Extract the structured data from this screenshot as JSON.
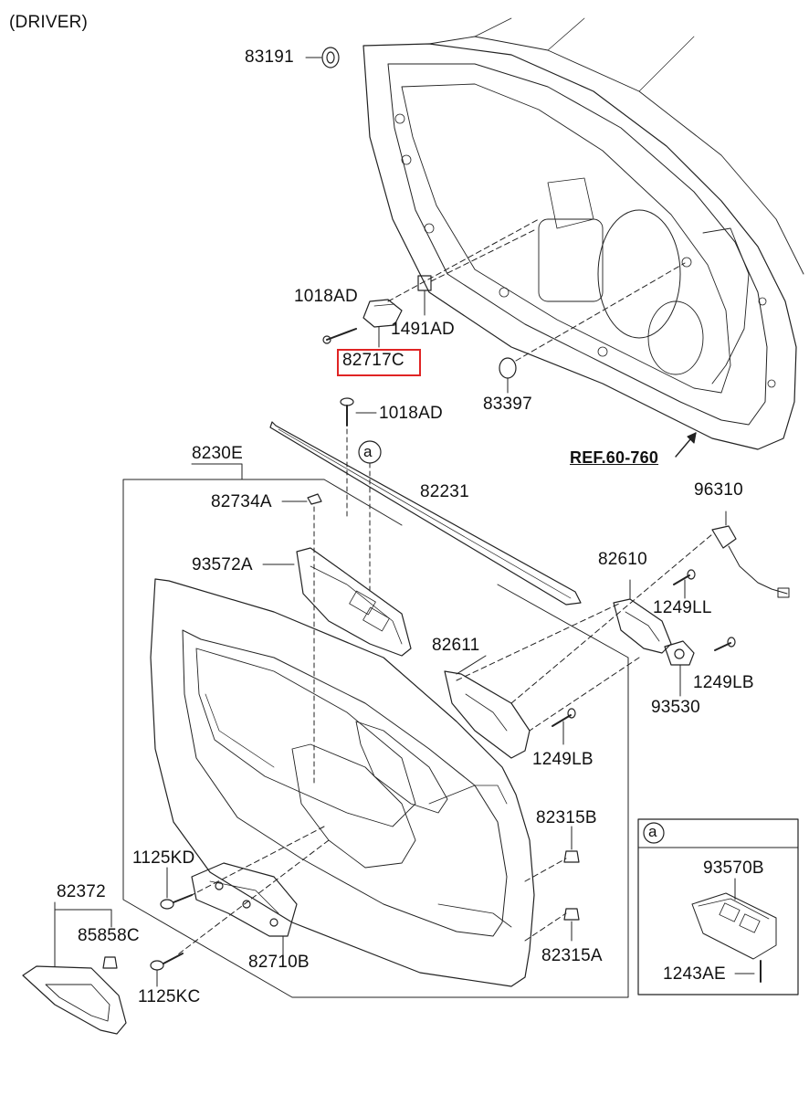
{
  "header": {
    "caption": "(DRIVER)"
  },
  "parts": {
    "p83191": "83191",
    "p1018AD_top": "1018AD",
    "p1491AD": "1491AD",
    "p82717C": "82717C",
    "p83397": "83397",
    "p1018AD_mid": "1018AD",
    "ref": "REF.60-760",
    "p8230E": "8230E",
    "p82231": "82231",
    "p82734A": "82734A",
    "p96310": "96310",
    "p93572A": "93572A",
    "p82610": "82610",
    "p1249LL": "1249LL",
    "p82611": "82611",
    "p1249LB_right": "1249LB",
    "p93530": "93530",
    "p1249LB_mid": "1249LB",
    "p82315B": "82315B",
    "p1125KD": "1125KD",
    "p82372": "82372",
    "p85858C": "85858C",
    "p82710B": "82710B",
    "p82315A": "82315A",
    "p1125KC": "1125KC"
  },
  "callout": {
    "letter": "a"
  },
  "inset": {
    "letter": "a",
    "p93570B": "93570B",
    "p1243AE": "1243AE"
  },
  "highlight_color": "#e02424"
}
